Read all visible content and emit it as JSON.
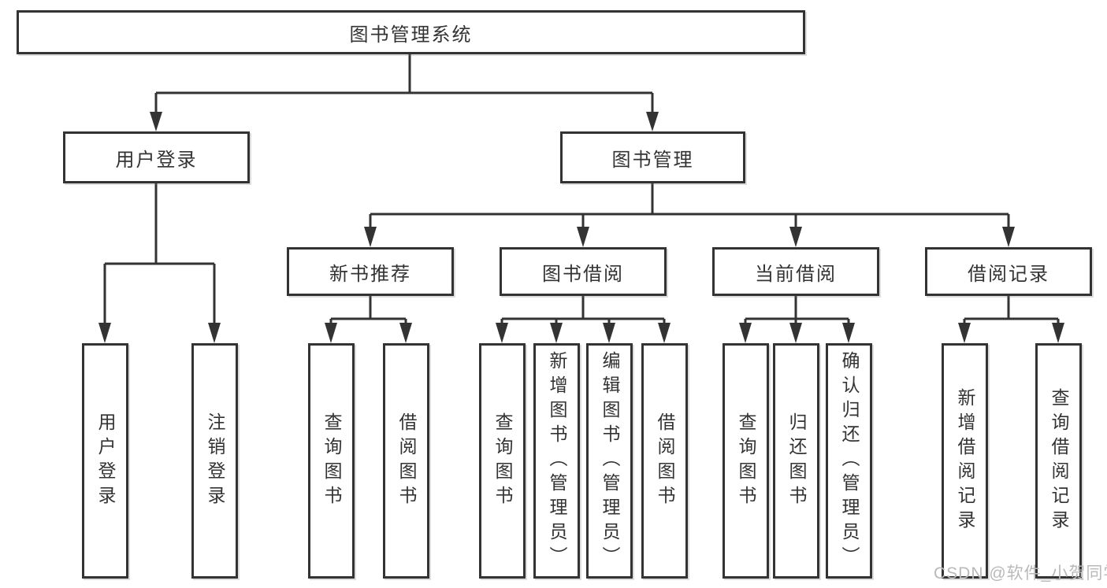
{
  "diagram": {
    "title": "图书管理系统",
    "root": {
      "label": "图书管理系统"
    },
    "level2": [
      {
        "label": "用户登录"
      },
      {
        "label": "图书管理"
      }
    ],
    "level3": [
      {
        "label": "新书推荐"
      },
      {
        "label": "图书借阅"
      },
      {
        "label": "当前借阅"
      },
      {
        "label": "借阅记录"
      }
    ],
    "leaves": [
      {
        "label": "用户登录"
      },
      {
        "label": "注销登录"
      },
      {
        "label": "查询图书"
      },
      {
        "label": "借阅图书"
      },
      {
        "label": "查询图书"
      },
      {
        "label": "新增图书（管理员）"
      },
      {
        "label": "编辑图书（管理员）"
      },
      {
        "label": "借阅图书"
      },
      {
        "label": "查询图书"
      },
      {
        "label": "归还图书"
      },
      {
        "label": "确认归还（管理员）"
      },
      {
        "label": "新增借阅记录"
      },
      {
        "label": "查询借阅记录"
      }
    ]
  },
  "watermark": {
    "text": "CSDN @软件_小贺同学"
  },
  "colors": {
    "line": "#333333",
    "text": "#333333",
    "background": "#ffffff",
    "watermark": "#b9b9b9"
  }
}
